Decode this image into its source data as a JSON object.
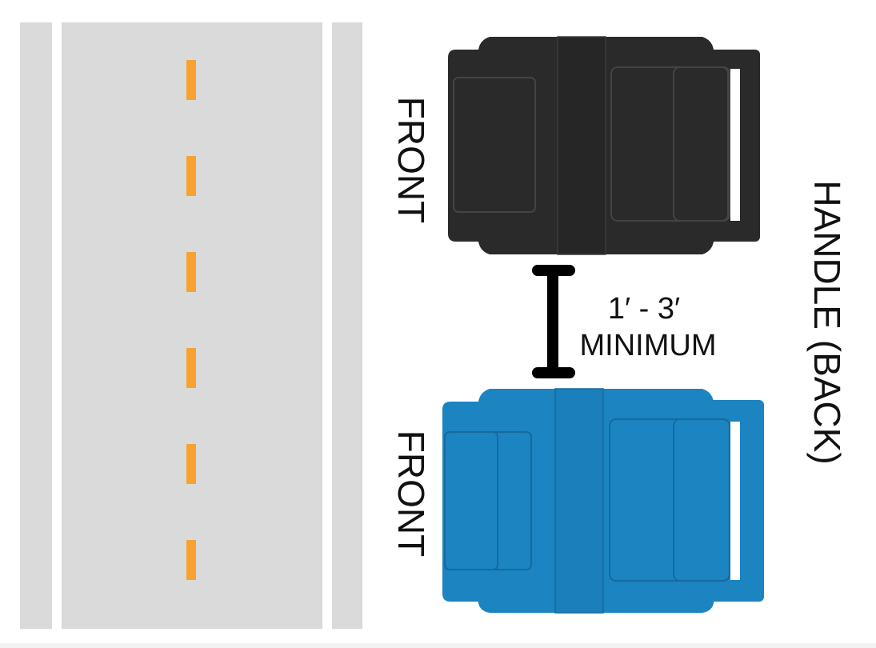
{
  "labels": {
    "front_top": "FRONT",
    "front_bottom": "FRONT",
    "handle_back": "HANDLE (BACK)",
    "gap_distance": "1′ - 3′",
    "gap_minimum": "MINIMUM"
  },
  "colors": {
    "road": "#dadada",
    "lane_line": "#ffffff",
    "center_dash": "#f7a231",
    "cart_top": "#2a2a2a",
    "cart_bottom": "#1b84c1",
    "measure_bar": "#000000"
  },
  "icons": {
    "top_cart": "black-trash-cart-icon",
    "bottom_cart": "blue-recycling-cart-icon",
    "spacing": "spacing-measure-icon"
  }
}
